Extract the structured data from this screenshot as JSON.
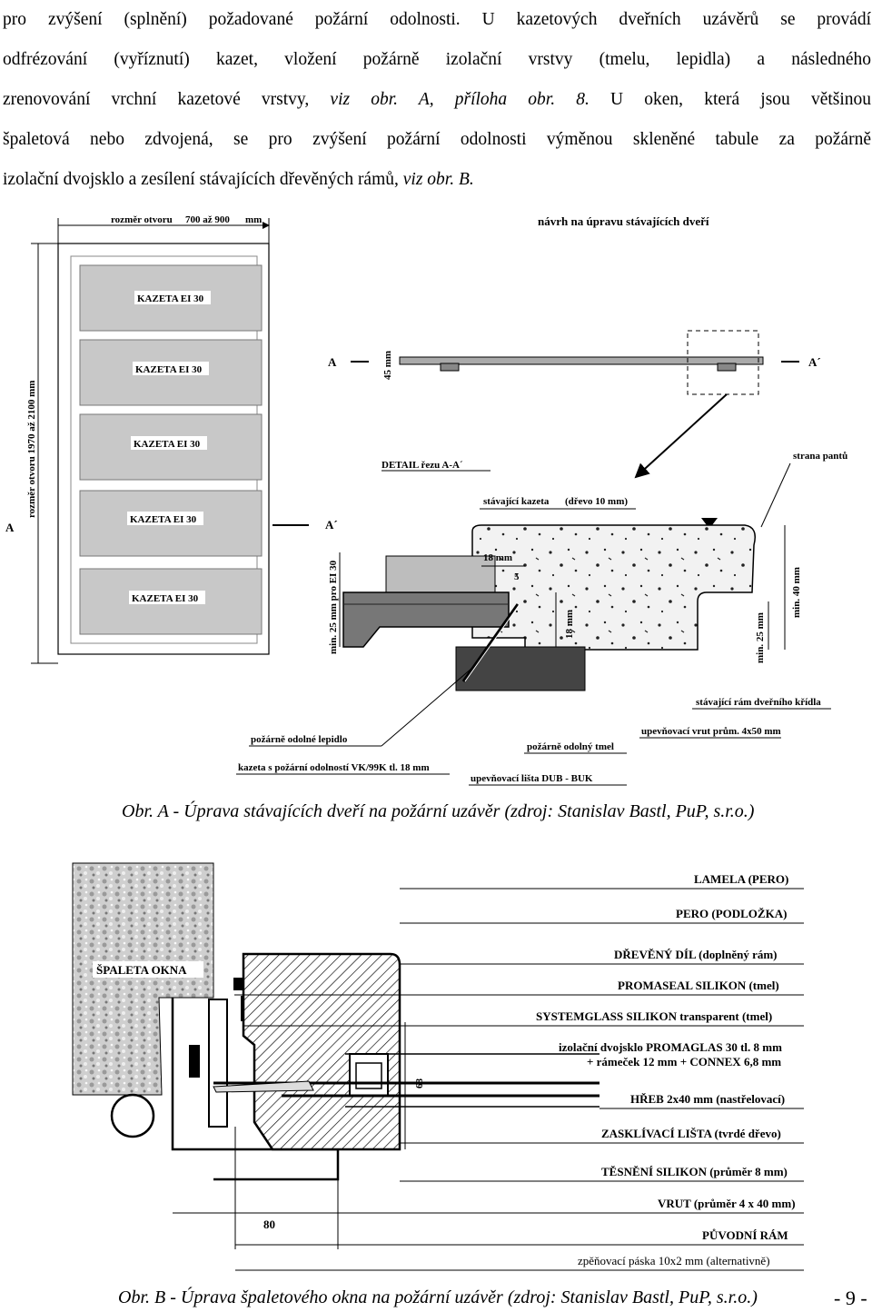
{
  "paragraph": {
    "line1": "pro zvýšení (splnění) požadované požární odolnosti. U kazetových dveřních uzávěrů se provádí",
    "line2": "odfrézování (vyříznutí) kazet, vložení požárně izolační vrstvy (tmelu, lepidla) a následného",
    "line3_pre": "zrenovování vrchní kazetové vrstvy,",
    "line3_ref": "viz obr. A, příloha obr. 8.",
    "line3_post": "U oken, která jsou většinou",
    "line4": "špaletová nebo zdvojená, se pro zvýšení požární odolnosti výměnou skleněné tabule za požárně",
    "line5_pre": "izolační dvojsklo a zesílení stávajících dřevěných rámů,",
    "line5_ref": "viz obr. B."
  },
  "figure_a": {
    "dim_width": "rozměr otvoru",
    "dim_width_value": "700 až 900",
    "dim_width_unit": "mm",
    "dim_height": "rozměr otvoru  1970 až 2100 mm",
    "panels": [
      "KAZETA EI 30",
      "KAZETA EI 30",
      "KAZETA EI 30",
      "KAZETA EI 30",
      "KAZETA EI 30"
    ],
    "section_left": "A",
    "section_left2": "A",
    "section_right": "A´",
    "section_right2": "A´",
    "title": "návrh na úpravu stávajících dveří",
    "thickness": "45 mm",
    "detail_title": "DETAIL řezu A-A´",
    "hinge_side": "strana pantů",
    "existing_panel": "stávající kazeta",
    "existing_panel_note": "(dřevo 10 mm)",
    "dim_18": "18 mm",
    "dim_5": "5",
    "dim_18v": "18 mm",
    "dim_min25_ei": "min. 25 mm pro EI 30",
    "dim_min40": "min. 40 mm",
    "dim_min25": "min. 25 mm",
    "frame": "stávající rám dveřního křídla",
    "screw": "upevňovací vrut prům. 4x50 mm",
    "glue": "požárně odolné lepidlo",
    "putty": "požárně odolný tmel",
    "panel_spec": "kazeta s požární odolností  VK/99K tl. 18 mm",
    "strip": "upevňovací lišta  DUB - BUK",
    "caption": "Obr. A - Úprava stávajících dveří na požární uzávěr (zdroj: Stanislav Bastl, PuP, s.r.o.)"
  },
  "figure_b": {
    "reveal": "ŠPALETA OKNA",
    "labels": [
      "LAMELA (PERO)",
      "PERO (PODLOŽKA)",
      "DŘEVĚNÝ DÍL (doplněný rám)",
      "PROMASEAL SILIKON (tmel)",
      "SYSTEMGLASS SILIKON transparent (tmel)",
      "izolační dvojsklo PROMAGLAS 30 tl. 8 mm",
      "+ rámeček 12 mm + CONNEX 6,8 mm",
      "HŘEB 2x40 mm (nastřelovací)",
      "ZASKLÍVACÍ LIŠTA (tvrdé dřevo)",
      "TĚSNĚNÍ SILIKON (průměr 8 mm)",
      "VRUT (průměr 4 x 40 mm)",
      "PŮVODNÍ RÁM",
      "zpěňovací páska 10x2 mm (alternativně)"
    ],
    "dim_68": "68",
    "dim_80": "80",
    "caption": "Obr. B - Úprava špaletového okna na požární uzávěr (zdroj: Stanislav Bastl, PuP, s.r.o.)"
  },
  "page_number": "- 9 -"
}
